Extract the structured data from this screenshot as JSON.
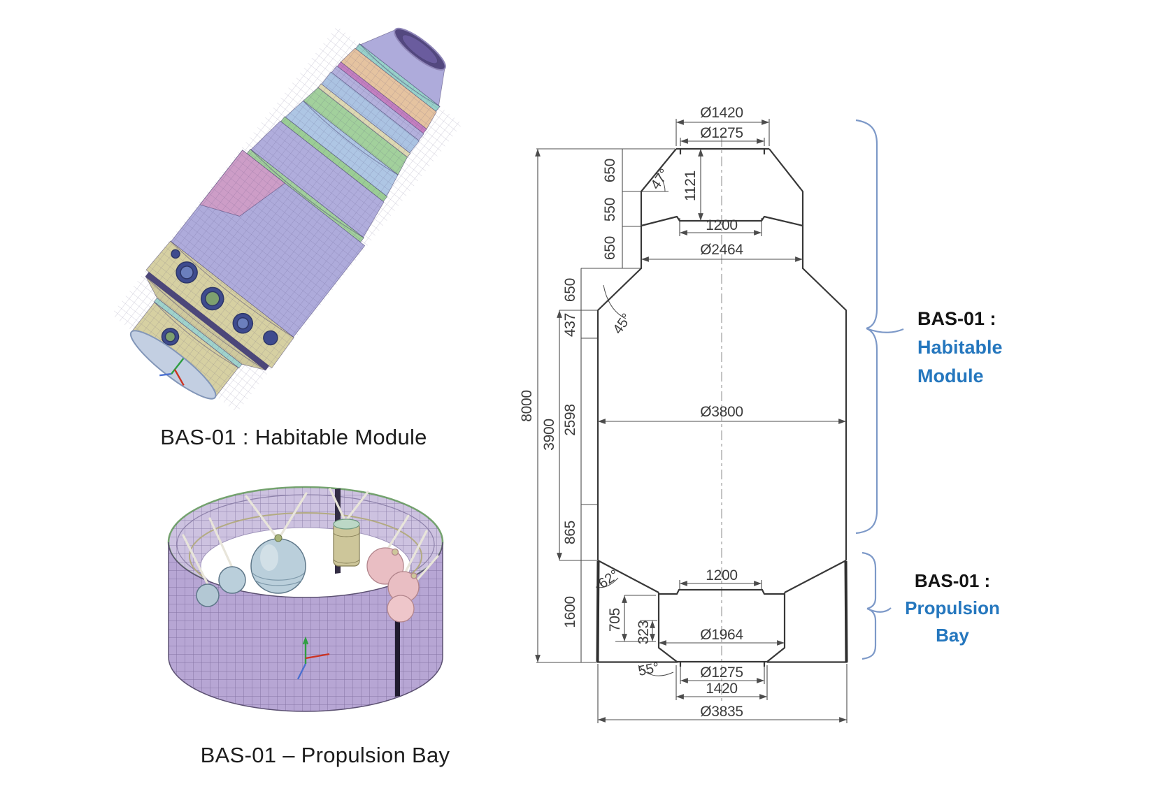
{
  "left_panel": {
    "habitable_caption": "BAS-01 : Habitable Module",
    "propulsion_caption": "BAS-01 – Propulsion Bay"
  },
  "right_labels": {
    "habitable": {
      "prefix": "BAS-01 :",
      "line1": "Habitable",
      "line2": "Module"
    },
    "propulsion": {
      "prefix": "BAS-01 :",
      "line1": "Propulsion",
      "line2": "Bay"
    }
  },
  "drawing": {
    "dims": {
      "dia_top_outer": "Ø1420",
      "dia_top_inner": "Ø1275",
      "seg_650_a": "650",
      "seg_550": "550",
      "seg_650_b": "650",
      "angle_top": "47°",
      "len_1121": "1121",
      "width_1200_top": "1200",
      "dia_2464": "Ø2464",
      "seg_650_c": "650",
      "angle_mid": "45°",
      "total_8000": "8000",
      "sub_3900": "3900",
      "seg_437": "437",
      "seg_2598": "2598",
      "dia_3800": "Ø3800",
      "seg_865": "865",
      "angle_low": "62°",
      "seg_1600": "1600",
      "width_1200_bot": "1200",
      "seg_705": "705",
      "seg_323": "323",
      "dia_1964": "Ø1964",
      "angle_bot": "55°",
      "dia_bot_inner": "Ø1275",
      "width_1420_bot": "1420",
      "dia_3835": "Ø3835"
    }
  },
  "colors": {
    "accent_blue": "#2577be",
    "brace_blue": "#7d99c8",
    "drawing_line": "#3a3a3a",
    "mesh_lavender": "#aeabdb",
    "mesh_purple": "#b7a6d4",
    "mesh_khaki": "#d6d0a2",
    "mesh_green": "#a2d09c",
    "mesh_pink": "#cd9dc7"
  }
}
